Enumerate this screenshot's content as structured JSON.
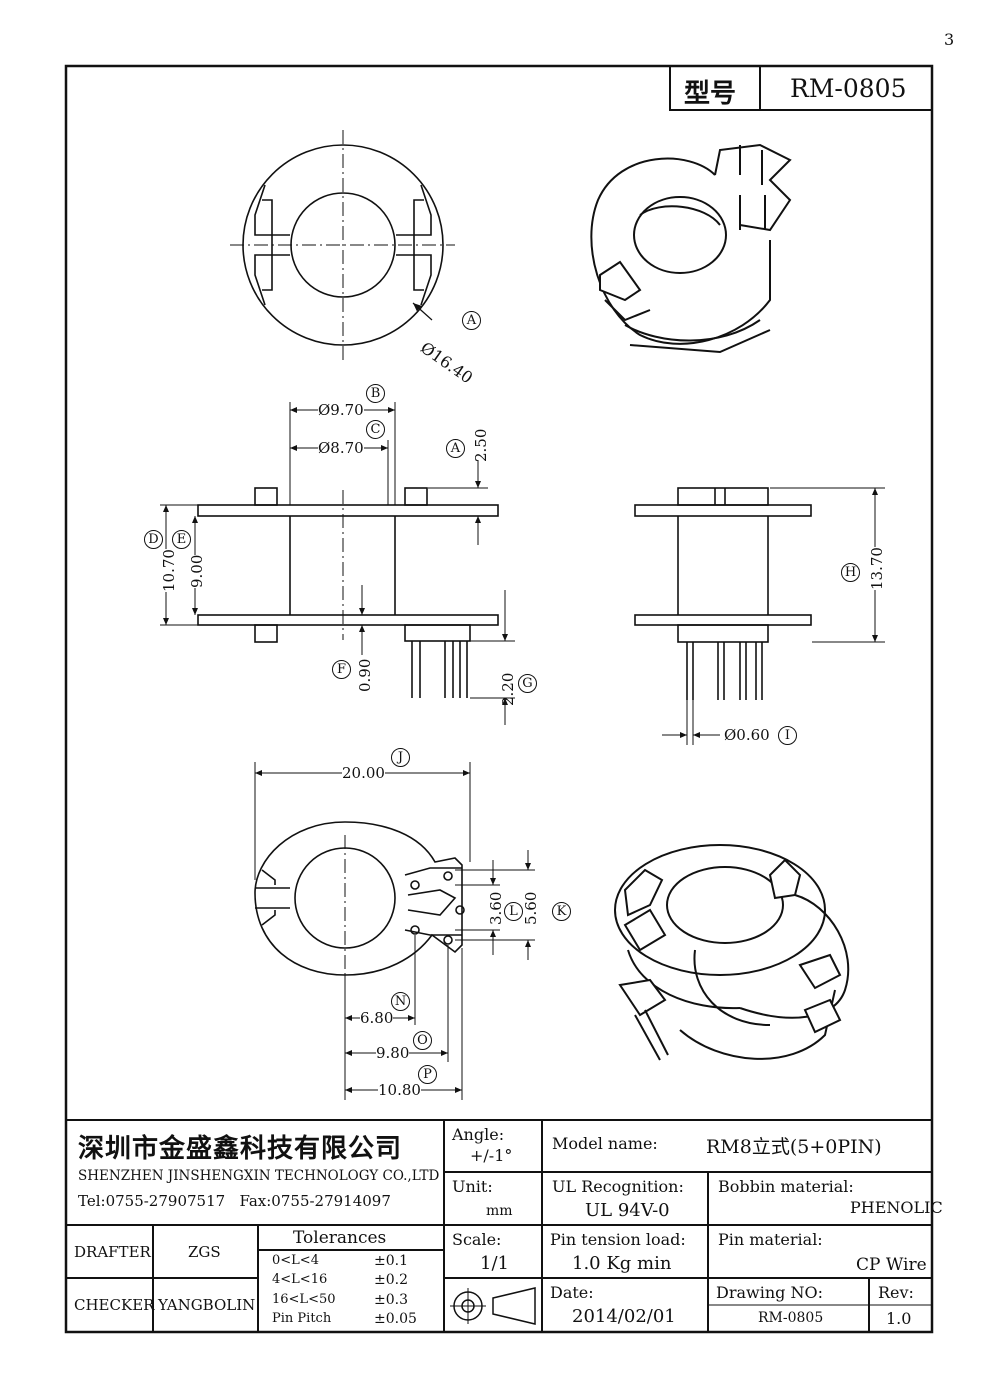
{
  "page_mark": "3",
  "model_box": {
    "label": "型号",
    "value": "RM-0805"
  },
  "dims": {
    "A": {
      "letter": "A",
      "value": "Ø16.40"
    },
    "B": {
      "letter": "B",
      "value": "Ø9.70"
    },
    "C": {
      "letter": "C",
      "value": "Ø8.70"
    },
    "A2": {
      "letter": "A",
      "value": "2.50"
    },
    "D": {
      "letter": "D",
      "value": "10.70"
    },
    "E": {
      "letter": "E",
      "value": "9.00"
    },
    "F": {
      "letter": "F",
      "value": "0.90"
    },
    "G": {
      "letter": "G",
      "value": "2.20"
    },
    "H": {
      "letter": "H",
      "value": "13.70"
    },
    "I": {
      "letter": "I",
      "value": "Ø0.60"
    },
    "J": {
      "letter": "J",
      "value": "20.00"
    },
    "K": {
      "letter": "K",
      "value": "5.60"
    },
    "L": {
      "letter": "L",
      "value": "3.60"
    },
    "N": {
      "letter": "N",
      "value": "6.80"
    },
    "O": {
      "letter": "O",
      "value": "9.80"
    },
    "P": {
      "letter": "P",
      "value": "10.80"
    }
  },
  "title_block": {
    "company_cn": "深圳市金盛鑫科技有限公司",
    "company_en": "SHENZHEN JINSHENGXIN TECHNOLOGY CO.,LTD",
    "contact": "Tel:0755-27907517   Fax:0755-27914097",
    "angle_label": "Angle:",
    "angle_value": "+/-1°",
    "model_label": "Model name:",
    "model_value": "RM8立式(5+0PIN)",
    "unit_label": "Unit:",
    "unit_value": "mm",
    "ul_label": "UL Recognition:",
    "ul_value": "UL 94V-0",
    "bobbin_label": "Bobbin material:",
    "bobbin_value": "PHENOLIC",
    "scale_label": "Scale:",
    "scale_value": "1/1",
    "pin_tension_label": "Pin tension load:",
    "pin_tension_value": "1.0 Kg min",
    "pin_material_label": "Pin material:",
    "pin_material_value": "CP Wire",
    "drafter_label": "DRAFTER",
    "drafter_value": "ZGS",
    "checker_label": "CHECKER",
    "checker_value": "YANGBOLIN",
    "tolerances_title": "Tolerances",
    "tolerances": [
      {
        "range": "0<L<4",
        "value": "±0.1"
      },
      {
        "range": "4<L<16",
        "value": "±0.2"
      },
      {
        "range": "16<L<50",
        "value": "±0.3"
      },
      {
        "range": "Pin Pitch",
        "value": "±0.05"
      }
    ],
    "date_label": "Date:",
    "date_value": "2014/02/01",
    "drawing_no_label": "Drawing NO:",
    "drawing_no_value": "RM-0805",
    "rev_label": "Rev:",
    "rev_value": "1.0"
  }
}
